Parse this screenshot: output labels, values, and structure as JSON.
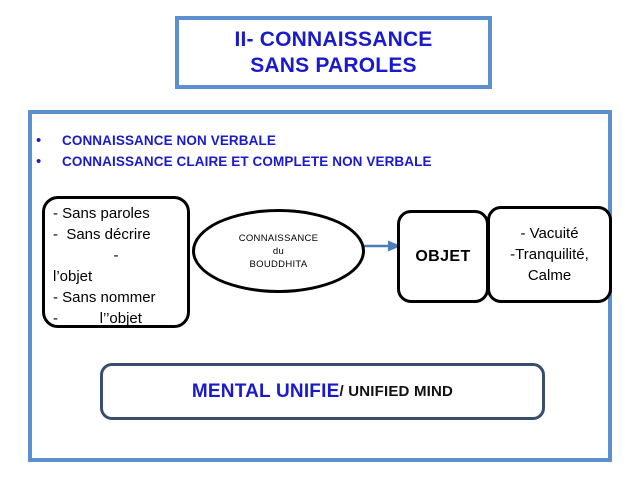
{
  "slide": {
    "title": {
      "lines": [
        "II- CONNAISSANCE",
        "SANS PAROLES"
      ],
      "text_color": "#1A1ACC",
      "border_color": "#5B8FD0"
    },
    "frame": {
      "border_color": "#5B8FD0"
    },
    "bullets": {
      "marker": "•",
      "items": [
        "CONNAISSANCE NON VERBALE",
        "CONNAISSANCE CLAIRE ET COMPLETE NON VERBALE"
      ],
      "text_color": "#1A1ACC"
    },
    "diagram": {
      "left_box": {
        "lines": [
          {
            "text": "- Sans paroles",
            "align": "left"
          },
          {
            "text": "-  Sans décrire",
            "align": "left"
          },
          {
            "text": "-",
            "align": "center"
          },
          {
            "text": "l’objet",
            "align": "left"
          },
          {
            "text": "- Sans nommer",
            "align": "left"
          },
          {
            "text": "-          l’’objet",
            "align": "left"
          }
        ]
      },
      "ellipse": {
        "lines": [
          "CONNAISSANCE",
          "du",
          "BOUDDHITA"
        ]
      },
      "arrow": {
        "name": "arrow-right",
        "color": "#4A7EBB"
      },
      "object_box": {
        "label": "OBJET"
      },
      "result_box": {
        "lines": [
          "- Vacuité",
          "-Tranquilité,",
          "Calme"
        ]
      }
    },
    "bottom_box": {
      "french_label": "MENTAL UNIFIE",
      "english_label": "/ UNIFIED MIND",
      "french_color": "#1A1ACC",
      "english_color": "#111111",
      "border_color": "#3A4D6E"
    }
  }
}
